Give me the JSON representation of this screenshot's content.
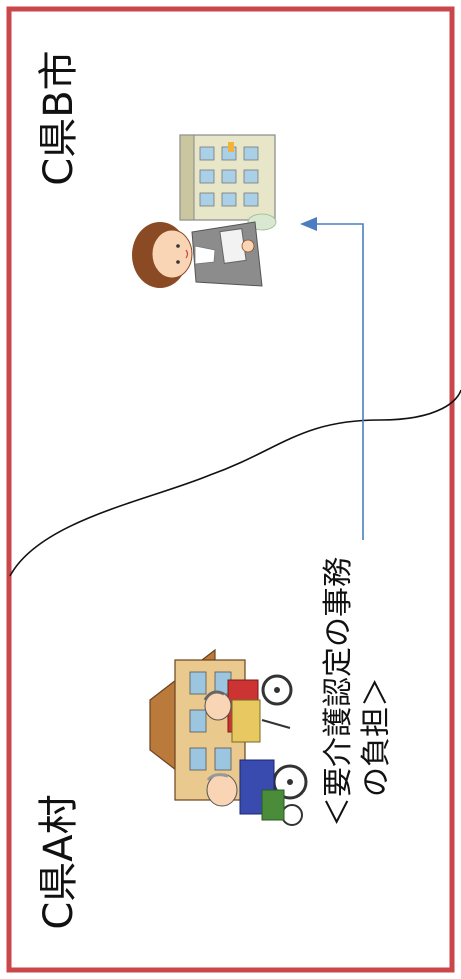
{
  "regions": {
    "village_label": "C県A村",
    "city_label": "C県B市"
  },
  "caption": {
    "line1": "＜要介護認定の事務",
    "line2": "　の負担＞"
  },
  "colors": {
    "frame": "#c9464a",
    "arrow": "#4a7ec0",
    "boundary": "#111111"
  },
  "icons": [
    "village-house-icon",
    "wheelchair-elderly-icon",
    "city-office-worker-icon",
    "city-building-icon"
  ]
}
